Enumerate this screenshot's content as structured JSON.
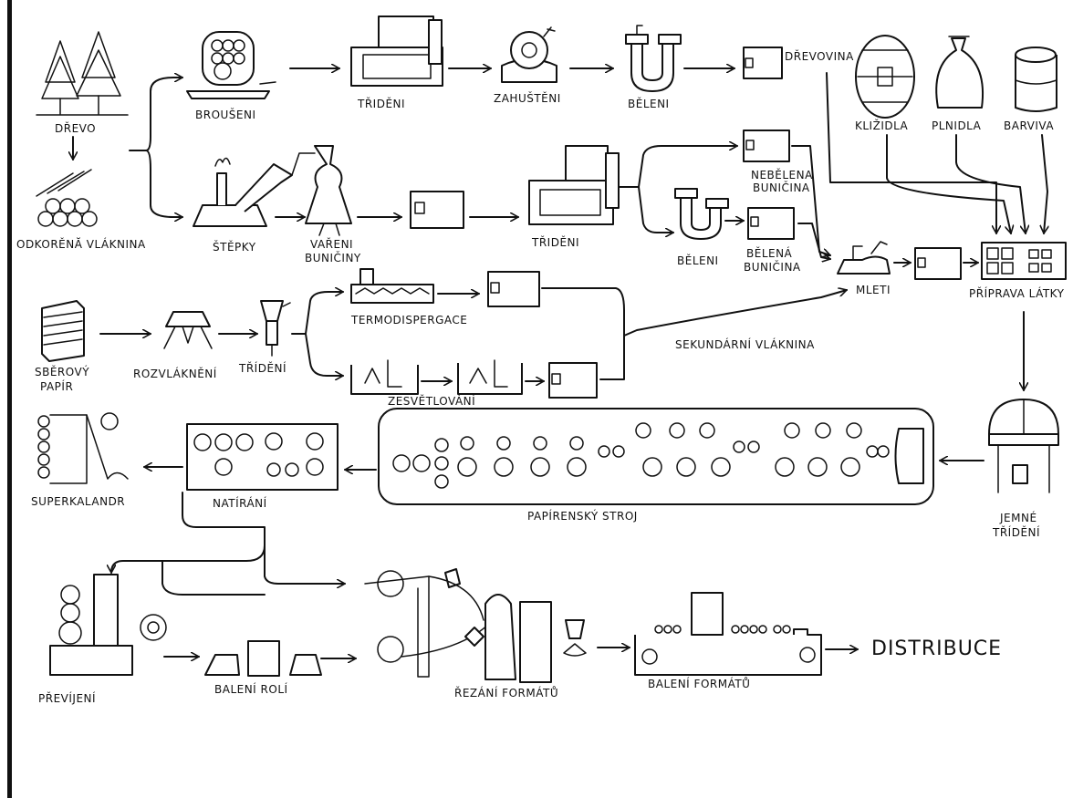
{
  "labels": {
    "drevo": "DŘEVO",
    "odkorena": "ODKORĚNĂ VLÁKNINA",
    "brouseni": "BROUŠENI",
    "trideni1": "TŘIDĚNI",
    "zahusteni": "ZAHUŠTĚNI",
    "beleni1": "BĚLENI",
    "drevovina": "DŘEVOVINA",
    "klizidla": "KLIŽIDLA",
    "plnidla": "PLNIDLA",
    "barviva": "BARVIVA",
    "stepky": "ŠTĚPKY",
    "vareni_1": "VAŘENI",
    "vareni_2": "BUNIČINY",
    "trideni2": "TŘIDĚNI",
    "nebelena_1": "NEBĚLENA",
    "nebelena_2": "BUNIČINA",
    "beleni2": "BĚLENI",
    "belena_1": "BĚLENÁ",
    "belena_2": "BUNIČINA",
    "mleti": "MLETI",
    "priprava": "PŘÍPRAVA LÁTKY",
    "sberovy_1": "SBĚROVÝ",
    "sberovy_2": "PAPÍR",
    "rozvlakneni": "ROZVLÁKNĚNÍ",
    "trideni3": "TŘÍDĚNÍ",
    "termodispergace": "TERMODISPERGACE",
    "zesvetlovani": "ZESVĚTLOVÁNÍ",
    "sekundarni": "SEKUNDÁRNÍ VLÁKNINA",
    "superkalandr": "SUPERKALANDR",
    "natirani": "NATÍRÁNÍ",
    "papirensky": "PAPÍRENSKÝ STROJ",
    "jemne_1": "JEMNÉ",
    "jemne_2": "TŘÍDĚNÍ",
    "previjeni": "PŘEVÍJENÍ",
    "baleni_roli": "BALENÍ ROLÍ",
    "rezani": "ŘEZÁNÍ FORMÁTŮ",
    "baleni_formatu": "BALENÍ FORMÁTŮ",
    "distribuce": "DISTRIBUCE"
  },
  "colors": {
    "ink": "#111111",
    "paper": "#ffffff"
  }
}
